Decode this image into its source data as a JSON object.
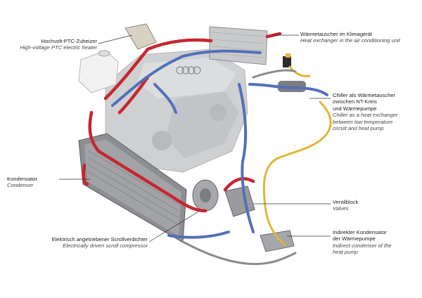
{
  "colors": {
    "hot_line": "#c62630",
    "cold_line": "#5270b8",
    "low_temp_line": "#e2b43a",
    "leader_line": "#333333",
    "engine": "#cfd0d2",
    "condenser_frame": "#6e6f73"
  },
  "callouts": {
    "ptc_heater": {
      "de": "Hochvolt-PTC-Zuheizer",
      "en": "High-voltage PTC electric heater"
    },
    "ac_heat_exchanger": {
      "de": "Wärmetauscher im Klimagerät",
      "en": "Heat exchanger in the air conditioning unit"
    },
    "chiller": {
      "de": [
        "Chiller als Wärmetauscher",
        "zwischen NT-Kreis",
        "und Wärmepumpe"
      ],
      "en": [
        "Chiller as a heat exchanger",
        "between low temperature",
        "circuit and heat pump"
      ]
    },
    "condenser": {
      "de": "Kondensator",
      "en": "Condenser"
    },
    "valve_block": {
      "de": "Ventilblock",
      "en": "Valves"
    },
    "scroll_compressor": {
      "de": "Elektrisch angetriebener Scrollverdichter",
      "en": "Electrically driven scroll compressor"
    },
    "indirect_condenser": {
      "de": [
        "Indirekter Kondensator",
        "der Wärmepumpe"
      ],
      "en": [
        "Indirect condenser of the",
        "heat pump"
      ]
    }
  }
}
